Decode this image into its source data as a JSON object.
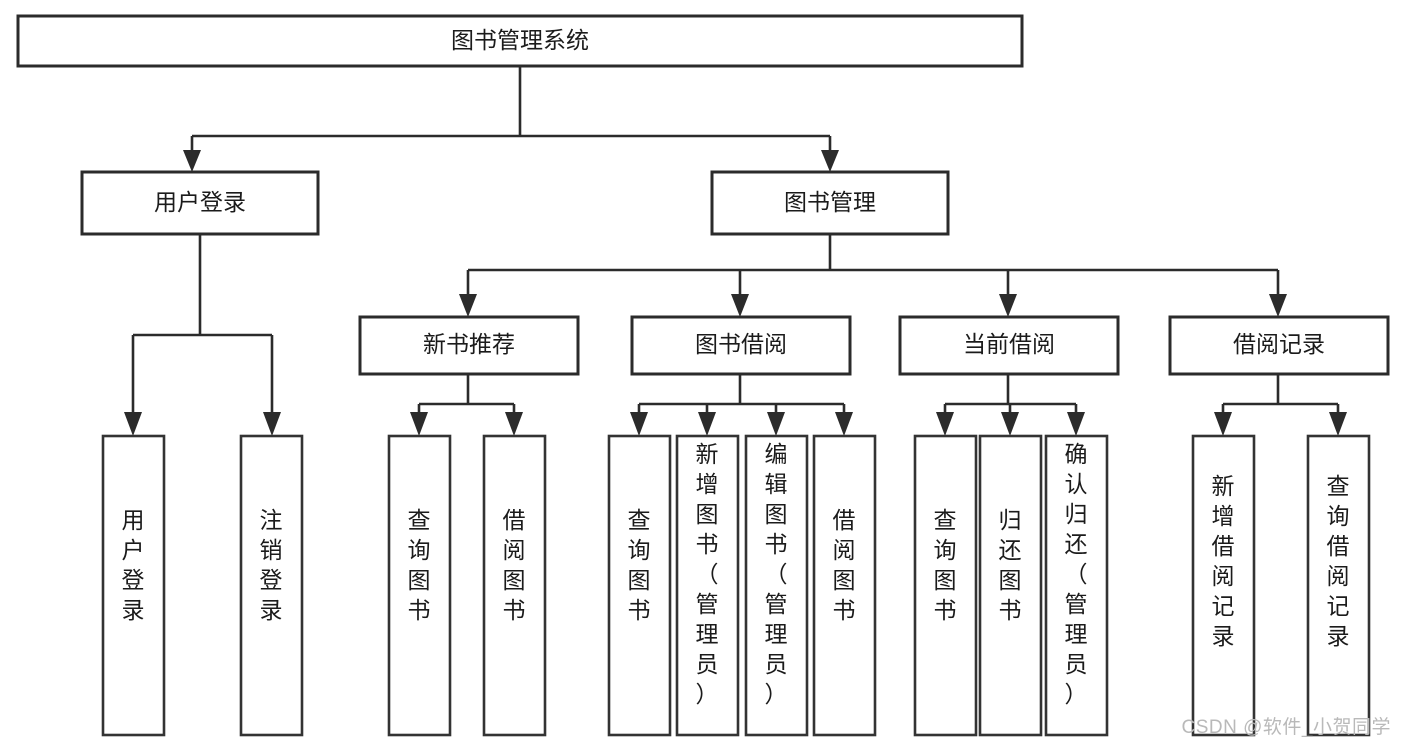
{
  "diagram": {
    "title": "图书管理系统",
    "type": "tree-hierarchy",
    "watermark": "CSDN @软件_小贺同学",
    "root": {
      "id": "root",
      "label": "图书管理系统",
      "orientation": "horizontal"
    },
    "level2": [
      {
        "id": "user-login",
        "label": "用户登录",
        "orientation": "horizontal"
      },
      {
        "id": "book-manage",
        "label": "图书管理",
        "orientation": "horizontal"
      }
    ],
    "level3": [
      {
        "id": "new-book-rec",
        "label": "新书推荐",
        "orientation": "horizontal",
        "parent": "book-manage"
      },
      {
        "id": "book-borrow",
        "label": "图书借阅",
        "orientation": "horizontal",
        "parent": "book-manage"
      },
      {
        "id": "current-borrow",
        "label": "当前借阅",
        "orientation": "horizontal",
        "parent": "book-manage"
      },
      {
        "id": "borrow-record",
        "label": "借阅记录",
        "orientation": "horizontal",
        "parent": "book-manage"
      }
    ],
    "leaves": [
      {
        "id": "leaf-user-login",
        "label": "用户登录",
        "parent": "user-login",
        "orientation": "vertical"
      },
      {
        "id": "leaf-logout",
        "label": "注销登录",
        "parent": "user-login",
        "orientation": "vertical"
      },
      {
        "id": "leaf-query-book-1",
        "label": "查询图书",
        "parent": "new-book-rec",
        "orientation": "vertical"
      },
      {
        "id": "leaf-borrow-book-1",
        "label": "借阅图书",
        "parent": "new-book-rec",
        "orientation": "vertical"
      },
      {
        "id": "leaf-query-book-2",
        "label": "查询图书",
        "parent": "book-borrow",
        "orientation": "vertical"
      },
      {
        "id": "leaf-add-book",
        "label": "新增图书（管理员）",
        "parent": "book-borrow",
        "orientation": "vertical"
      },
      {
        "id": "leaf-edit-book",
        "label": "编辑图书（管理员）",
        "parent": "book-borrow",
        "orientation": "vertical"
      },
      {
        "id": "leaf-borrow-book-2",
        "label": "借阅图书",
        "parent": "book-borrow",
        "orientation": "vertical"
      },
      {
        "id": "leaf-query-book-3",
        "label": "查询图书",
        "parent": "current-borrow",
        "orientation": "vertical"
      },
      {
        "id": "leaf-return-book",
        "label": "归还图书",
        "parent": "current-borrow",
        "orientation": "vertical"
      },
      {
        "id": "leaf-confirm-return",
        "label": "确认归还（管理员）",
        "parent": "current-borrow",
        "orientation": "vertical"
      },
      {
        "id": "leaf-add-record",
        "label": "新增借阅记录",
        "parent": "borrow-record",
        "orientation": "vertical"
      },
      {
        "id": "leaf-query-record",
        "label": "查询借阅记录",
        "parent": "borrow-record",
        "orientation": "vertical"
      }
    ],
    "colors": {
      "stroke": "#2b2b2b",
      "fill": "#ffffff",
      "text": "#1b1b1b",
      "watermark": "#b9b9b9"
    }
  }
}
